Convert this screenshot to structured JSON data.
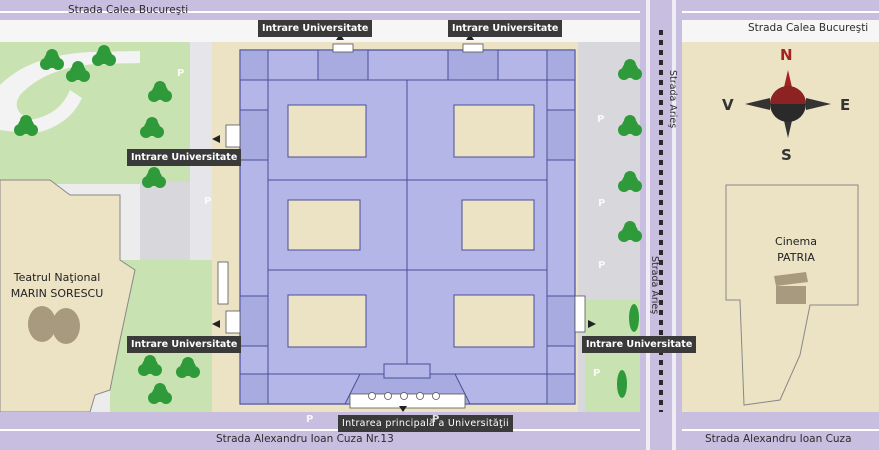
{
  "streets": {
    "top_left": "Strada Calea Bucureşti",
    "top_right": "Strada Calea Bucureşti",
    "vertical_upper": "Strada Arieş",
    "vertical_lower": "Strada Arieş",
    "bottom_left": "Strada Alexandru Ioan Cuza Nr.13",
    "bottom_right": "Strada Alexandru Ioan Cuza"
  },
  "entrances": {
    "top_left": "Intrare Universitate",
    "top_right": "Intrare Universitate",
    "left_upper": "Intrare Universitate",
    "left_lower": "Intrare Universitate",
    "right": "Intrare Universitate",
    "main": "Intrarea principală a Universităţii"
  },
  "buildings": {
    "theatre_line1": "Teatrul Naţional",
    "theatre_line2": "MARIN SORESCU",
    "cinema_line1": "Cinema",
    "cinema_line2": "PATRIA"
  },
  "parking_symbol": "P",
  "compass": {
    "north": "N",
    "south": "S",
    "east": "E",
    "west": "V"
  },
  "colors": {
    "road": "#c8bfe0",
    "university": "#b3b6e6",
    "courtyard": "#ece2c4",
    "park": "#c9e2b2",
    "tree": "#2f9a3a",
    "label_bg": "#3a3a3a",
    "compass_north": "#a52020"
  }
}
